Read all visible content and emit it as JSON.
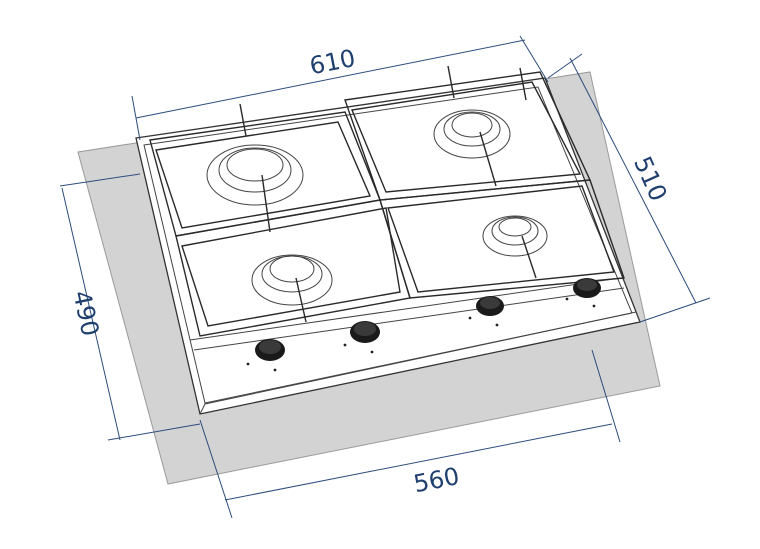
{
  "dimensions": {
    "width_top": "610",
    "depth_right": "510",
    "cutout_depth": "490",
    "cutout_width": "560"
  },
  "colors": {
    "dimension_text": "#1f3f6e",
    "dimension_line": "#2c4c7c",
    "cutout_fill": "#d3d3d3",
    "outline": "#333333"
  },
  "components": {
    "burners": 4,
    "control_knobs": 4
  }
}
